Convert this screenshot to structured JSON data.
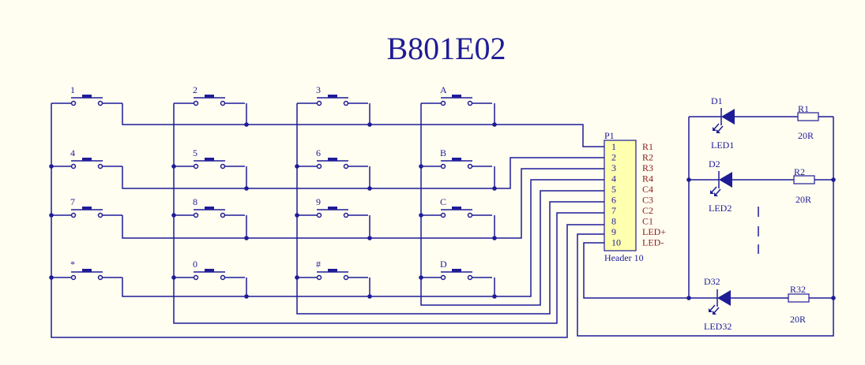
{
  "title": "B801E02",
  "keypad": {
    "keys": [
      "1",
      "2",
      "3",
      "A",
      "4",
      "5",
      "6",
      "B",
      "7",
      "8",
      "9",
      "C",
      "*",
      "0",
      "#",
      "D"
    ]
  },
  "header": {
    "designator": "P1",
    "name": "Header 10",
    "pin_numbers": [
      "1",
      "2",
      "3",
      "4",
      "5",
      "6",
      "7",
      "8",
      "9",
      "10"
    ],
    "pin_names": [
      "R1",
      "R2",
      "R3",
      "R4",
      "C4",
      "C3",
      "C2",
      "C1",
      "LED+",
      "LED-"
    ]
  },
  "leds": [
    {
      "designator": "D1",
      "name": "LED1",
      "resistor": "R1",
      "value": "20R"
    },
    {
      "designator": "D2",
      "name": "LED2",
      "resistor": "R2",
      "value": "20R"
    },
    {
      "designator": "D32",
      "name": "LED32",
      "resistor": "R32",
      "value": "20R"
    }
  ],
  "colors": {
    "wire": "#1F1C97",
    "background": "#FFFEF1",
    "header_fill": "#FFFFB0",
    "pin_name": "#8B1A1A"
  }
}
